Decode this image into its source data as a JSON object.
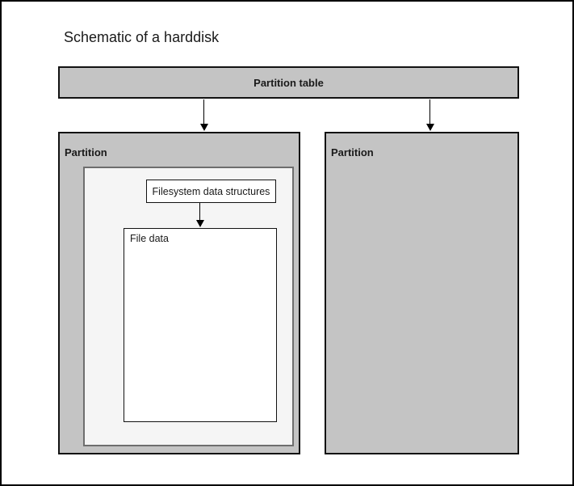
{
  "title": "Schematic of a harddisk",
  "diagram": {
    "partition_table": {
      "label": "Partition table"
    },
    "partitions": [
      {
        "label": "Partition"
      },
      {
        "label": "Partition"
      }
    ],
    "filesystem_structures": {
      "label": "Filesystem data structures"
    },
    "file_data": {
      "label": "File data"
    }
  },
  "colors": {
    "partition-fill": "#c4c4c4",
    "inner-fill": "#f5f5f5",
    "box-border-dark": "#121212",
    "inner-border": "#6e6e6e",
    "white-fill": "#ffffff",
    "text": "#1a1a1a",
    "arrow": "#000000"
  }
}
